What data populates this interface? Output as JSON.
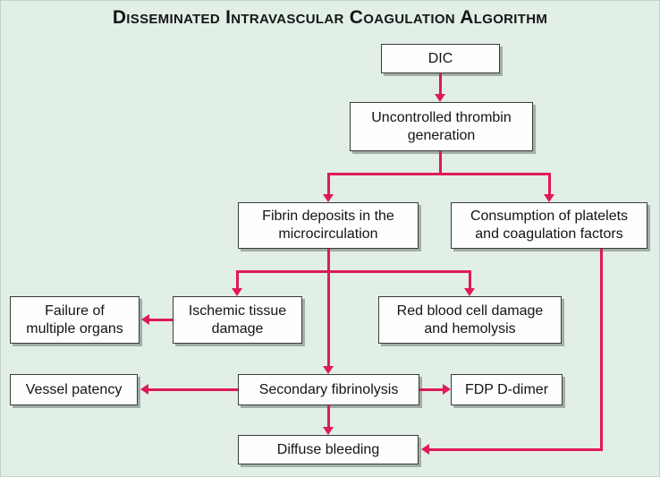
{
  "title": "Disseminated Intravascular Coagulation Algorithm",
  "colors": {
    "background": "#e1efe7",
    "box_fill": "#fefefe",
    "box_border": "#3a3a3a",
    "box_shadow": "rgba(85,95,90,0.45)",
    "arrow": "#df1a55",
    "text": "#141414"
  },
  "nodes": {
    "dic": {
      "label": "DIC"
    },
    "uncontrolled_thrombin": {
      "label": [
        "Uncontrolled thrombin",
        "generation"
      ]
    },
    "fibrin_deposits": {
      "label": [
        "Fibrin deposits in the",
        "microcirculation"
      ]
    },
    "consumption": {
      "label": [
        "Consumption of platelets",
        "and coagulation factors"
      ]
    },
    "failure_organs": {
      "label": [
        "Failure of",
        "multiple organs"
      ]
    },
    "ischemic_damage": {
      "label": [
        "Ischemic tissue",
        "damage"
      ]
    },
    "rbc_damage": {
      "label": [
        "Red blood cell damage",
        "and hemolysis"
      ]
    },
    "vessel_patency": {
      "label": "Vessel patency"
    },
    "secondary_fibrinolysis": {
      "label": "Secondary fibrinolysis"
    },
    "fdp_ddimer": {
      "label": "FDP D-dimer"
    },
    "diffuse_bleeding": {
      "label": "Diffuse bleeding"
    }
  },
  "edges": [
    {
      "from": "dic",
      "to": "uncontrolled_thrombin"
    },
    {
      "from": "uncontrolled_thrombin",
      "to": "fibrin_deposits"
    },
    {
      "from": "uncontrolled_thrombin",
      "to": "consumption"
    },
    {
      "from": "fibrin_deposits",
      "to": "ischemic_damage"
    },
    {
      "from": "fibrin_deposits",
      "to": "rbc_damage"
    },
    {
      "from": "fibrin_deposits",
      "to": "secondary_fibrinolysis"
    },
    {
      "from": "ischemic_damage",
      "to": "failure_organs"
    },
    {
      "from": "secondary_fibrinolysis",
      "to": "vessel_patency"
    },
    {
      "from": "secondary_fibrinolysis",
      "to": "fdp_ddimer"
    },
    {
      "from": "secondary_fibrinolysis",
      "to": "diffuse_bleeding"
    },
    {
      "from": "consumption",
      "to": "diffuse_bleeding"
    }
  ]
}
